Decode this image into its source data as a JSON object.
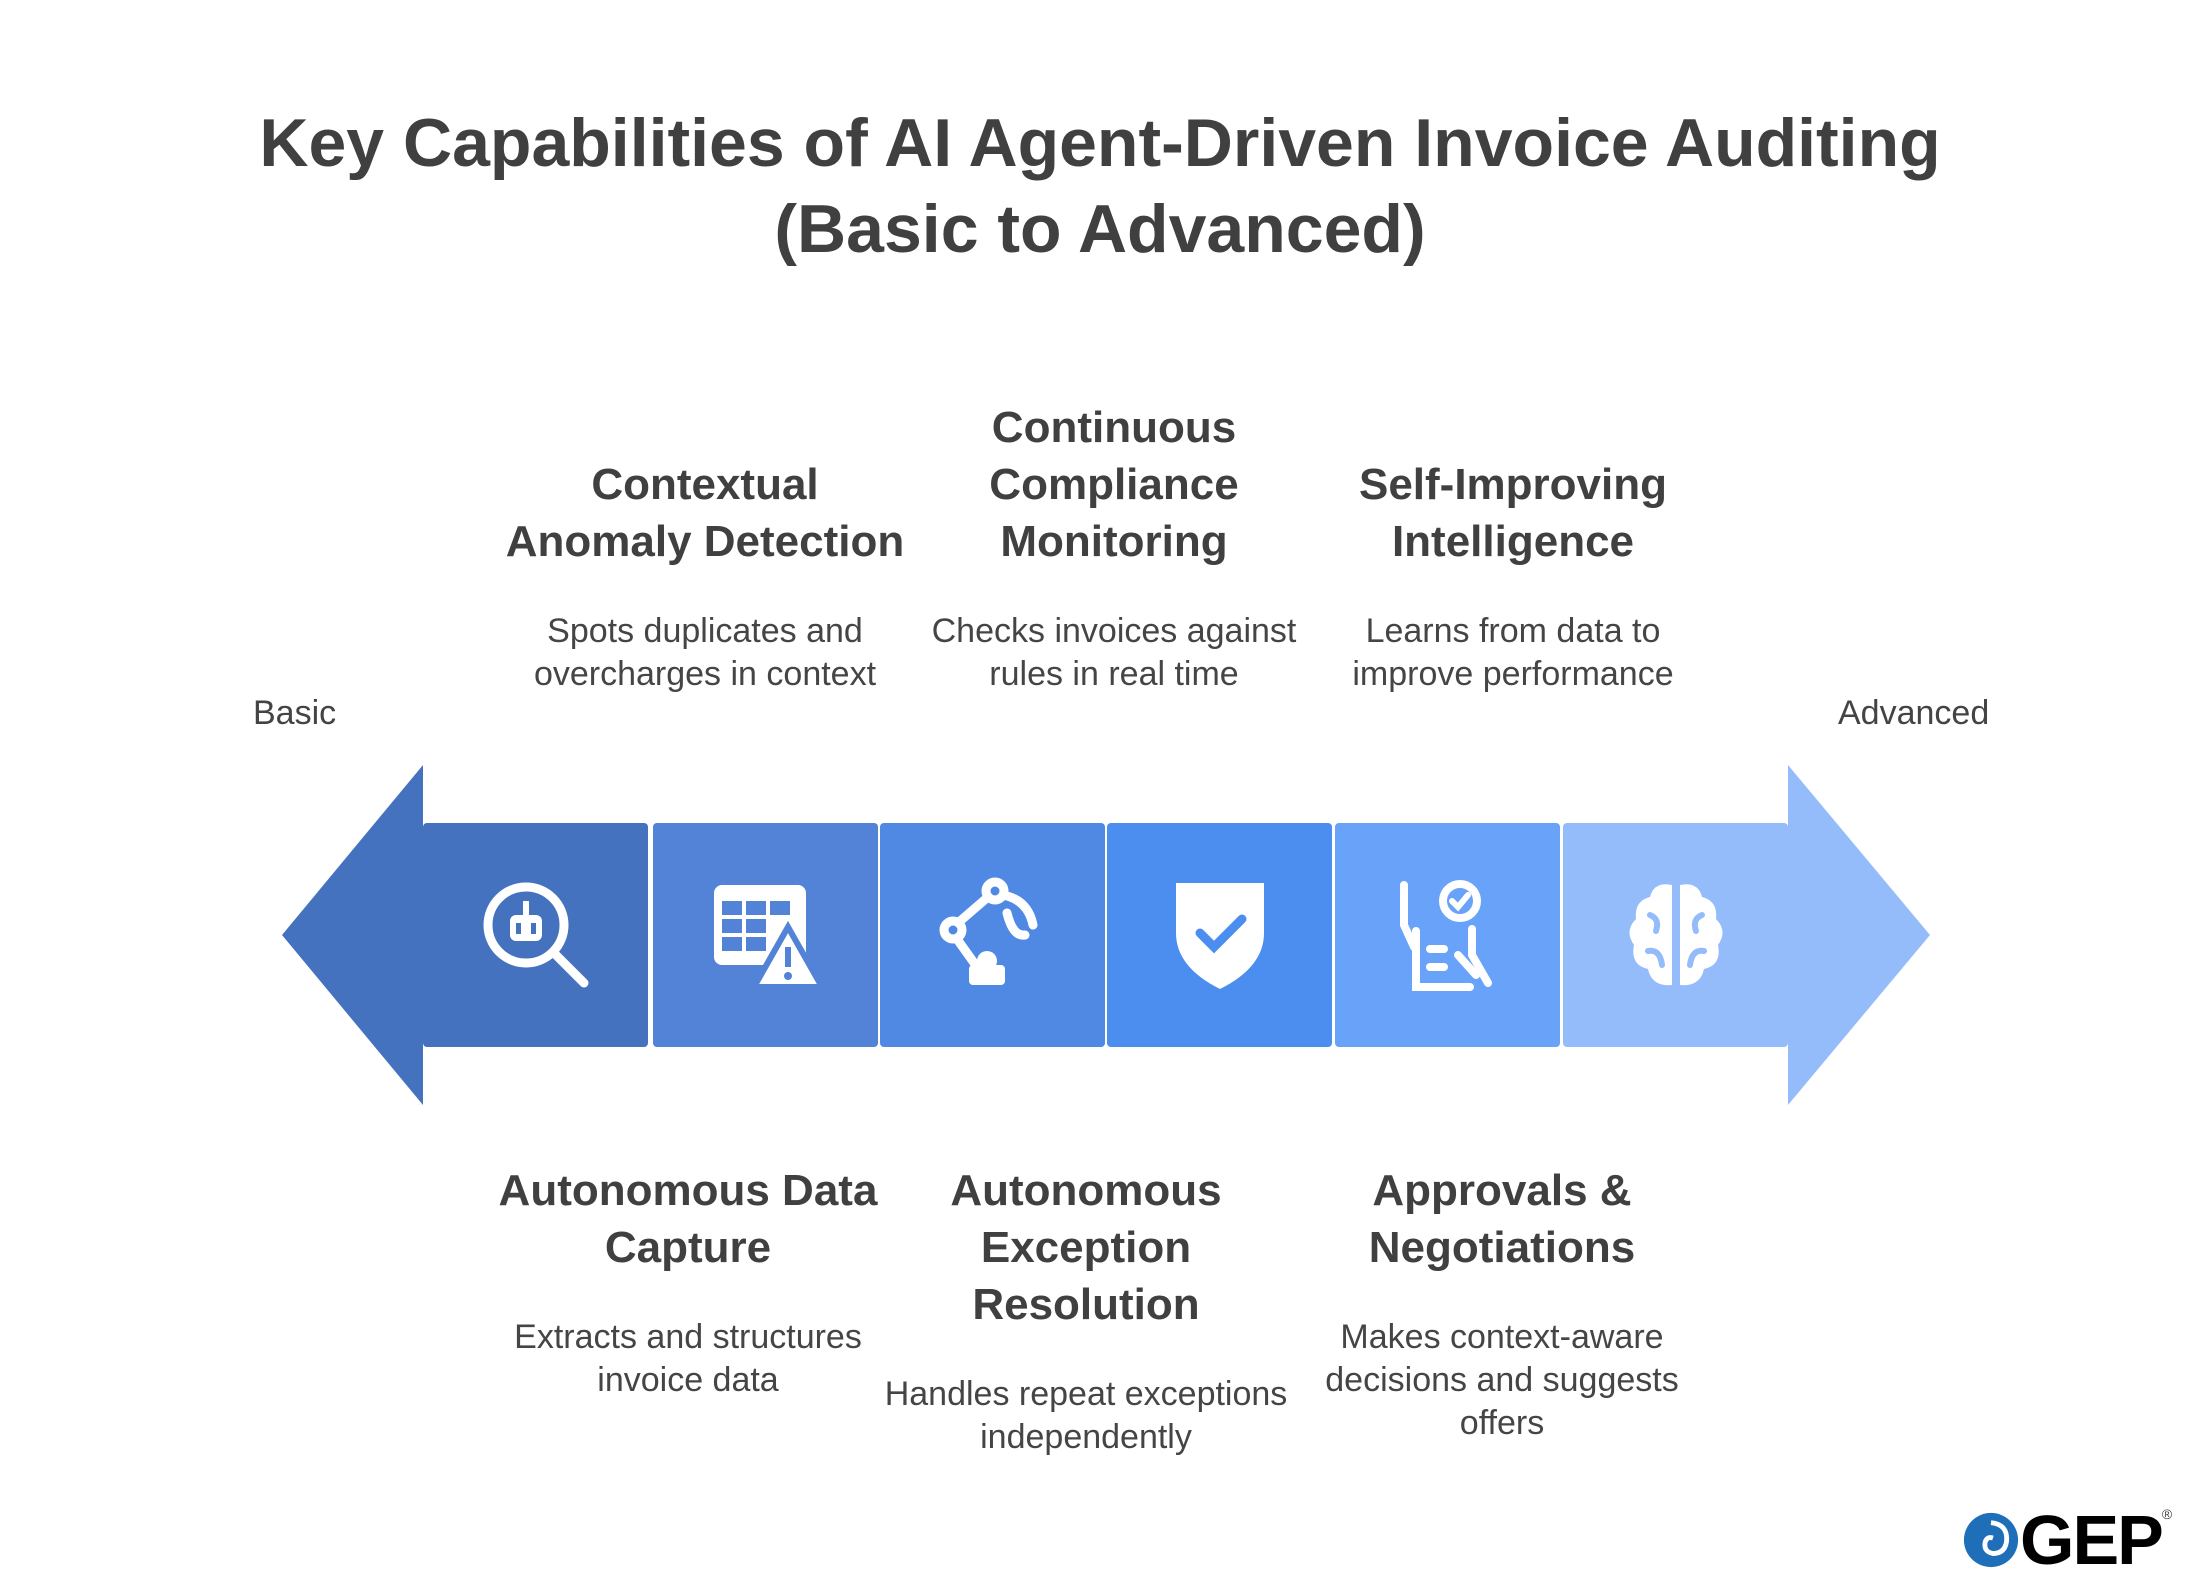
{
  "title": {
    "line1": "Key Capabilities of AI Agent-Driven Invoice Auditing",
    "line2": "(Basic to Advanced)"
  },
  "scale": {
    "start_label": "Basic",
    "end_label": "Advanced"
  },
  "colors": {
    "seg1": "#4472BE",
    "seg2": "#5283D6",
    "seg3": "#4F89E4",
    "seg4": "#4C8EF0",
    "seg5": "#68A2F9",
    "seg6": "#94BCFB"
  },
  "top_items": [
    {
      "heading": "Contextual Anomaly Detection",
      "description": "Spots duplicates and overcharges in context"
    },
    {
      "heading": "Continuous Compliance Monitoring",
      "description": "Checks invoices against rules in real time"
    },
    {
      "heading": "Self-Improving Intelligence",
      "description": "Learns from data to improve performance"
    }
  ],
  "bottom_items": [
    {
      "heading": "Autonomous Data Capture",
      "description": "Extracts and structures invoice data"
    },
    {
      "heading": "Autonomous Exception Resolution",
      "description": "Handles repeat exceptions independently"
    },
    {
      "heading": "Approvals & Negotiations",
      "description": "Makes context-aware decisions and suggests offers"
    }
  ],
  "icons": [
    "robot-search-icon",
    "table-warning-icon",
    "robot-arm-icon",
    "shield-check-icon",
    "checklist-hand-icon",
    "brain-icon"
  ],
  "logo": {
    "text": "GEP",
    "mark": "®"
  }
}
